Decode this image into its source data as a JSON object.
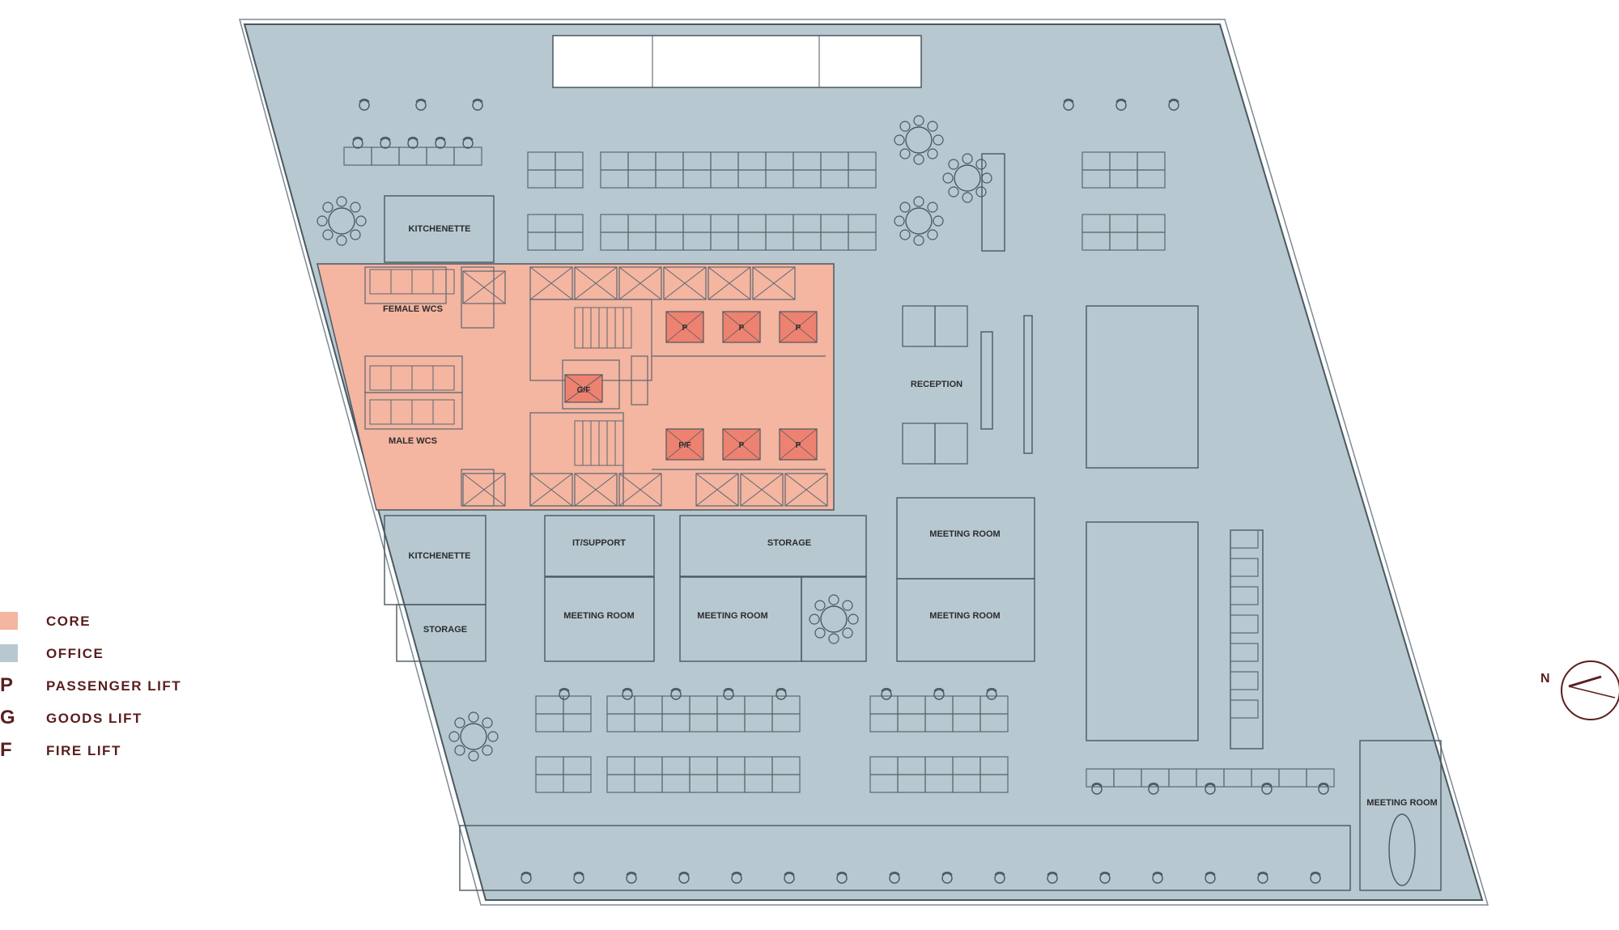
{
  "legend": {
    "items": [
      {
        "key": "core",
        "label": "CORE",
        "color": "#f4b5a1"
      },
      {
        "key": "office",
        "label": "OFFICE",
        "color": "#b7c8d1"
      },
      {
        "key": "passenger-lift",
        "glyph": "P",
        "label": "PASSENGER LIFT"
      },
      {
        "key": "goods-lift",
        "glyph": "G",
        "label": "GOODS LIFT"
      },
      {
        "key": "fire-lift",
        "glyph": "F",
        "label": "FIRE LIFT"
      }
    ]
  },
  "rooms": {
    "kitchenette_top": "KITCHENETTE",
    "female_wcs": "FEMALE WCS",
    "male_wcs": "MALE WCS",
    "kitchenette_bottom": "KITCHENETTE",
    "storage_left": "STORAGE",
    "it_support": "IT/SUPPORT",
    "storage_center": "STORAGE",
    "reception": "RECEPTION",
    "meeting_room_1": "MEETING ROOM",
    "meeting_room_2": "MEETING ROOM",
    "meeting_room_3": "MEETING ROOM",
    "meeting_room_4": "MEETING ROOM",
    "meeting_room_5": "MEETING ROOM"
  },
  "lifts": {
    "goods_fire": "G/F",
    "passenger_fire": "P/F",
    "passenger": "P"
  },
  "north": {
    "label": "N"
  },
  "colors": {
    "core": "#f4b5a1",
    "office": "#b7c8d1",
    "lift": "#ee8270",
    "line": "#5b6870",
    "legend_text": "#5a1e1e"
  }
}
